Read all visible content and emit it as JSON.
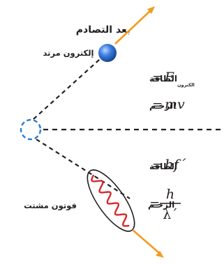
{
  "title": "بعد التصادم",
  "electron_label": "إلكترون مرتد",
  "photon_label": "فوتون مشتت",
  "electron": {
    "energy_label": "الطاقة",
    "energy_symbol": "E",
    "energy_subscript": "الكترون",
    "momentum_label": "الزخـم",
    "momentum_expr": "mv"
  },
  "photon": {
    "energy_label": "الطاقة",
    "energy_expr": "hf´",
    "momentum_label": "الزخـم",
    "momentum_num": "h",
    "momentum_den": "λ´"
  },
  "equals": "=",
  "colors": {
    "arrow": "#f39c1f",
    "electron_fill": "#2f6fd0",
    "collision_ring": "#2b7bd6",
    "photon_wave": "#d9262b",
    "dash": "#231f20",
    "text": "#231f20"
  }
}
